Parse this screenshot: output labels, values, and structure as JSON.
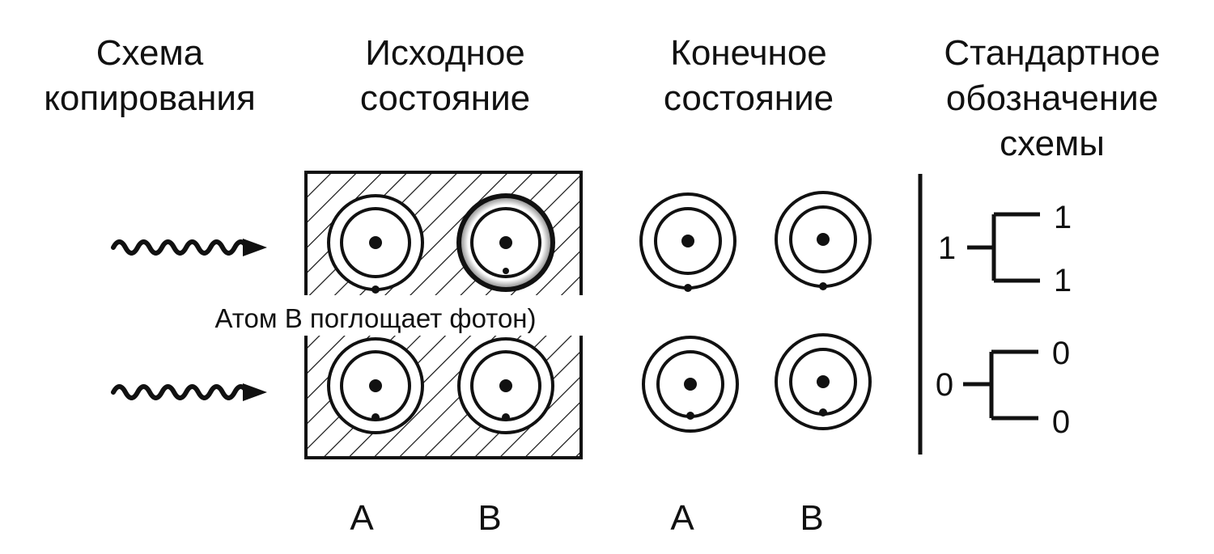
{
  "headers": {
    "copy_scheme": [
      "Схема",
      "копирования"
    ],
    "initial_state": [
      "Исходное",
      "состояние"
    ],
    "final_state": [
      "Конечное",
      "состояние"
    ],
    "standard_notation": [
      "Стандартное",
      "обозначение",
      "схемы"
    ]
  },
  "absorption_label": "Атом В поглощает фотон)",
  "column_labels": {
    "initial_a": "А",
    "initial_b": "В",
    "final_a": "А",
    "final_b": "В"
  },
  "notation": {
    "row1": {
      "input": "1",
      "out_top": "1",
      "out_bottom": "1"
    },
    "row2": {
      "input": "0",
      "out_top": "0",
      "out_bottom": "0"
    }
  }
}
